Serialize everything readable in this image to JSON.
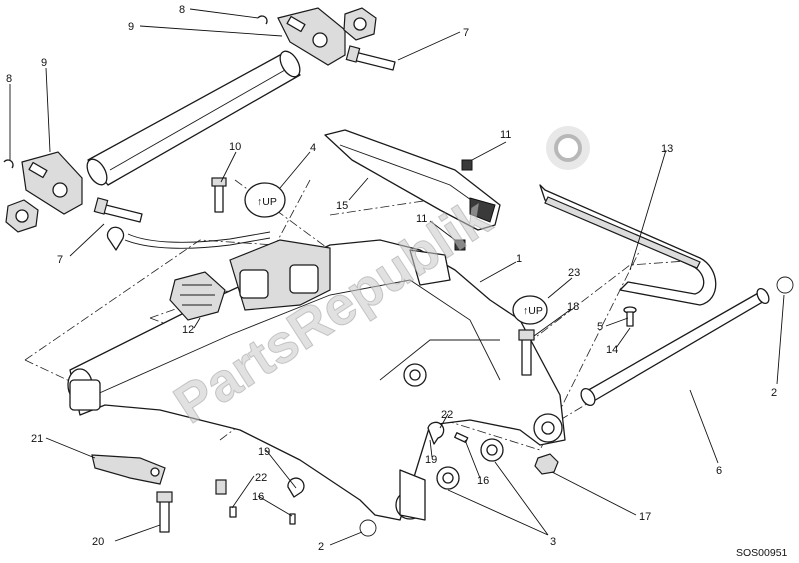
{
  "diagram": {
    "drawing_code": "SOS00951",
    "watermark": "PartsRepublik",
    "callouts": [
      {
        "id": "c8a",
        "text": "8"
      },
      {
        "id": "c9a",
        "text": "9"
      },
      {
        "id": "c7a",
        "text": "7"
      },
      {
        "id": "c8b",
        "text": "8"
      },
      {
        "id": "c9b",
        "text": "9"
      },
      {
        "id": "c7b",
        "text": "7"
      },
      {
        "id": "c10",
        "text": "10"
      },
      {
        "id": "c4",
        "text": "4"
      },
      {
        "id": "c15",
        "text": "15"
      },
      {
        "id": "c11a",
        "text": "11"
      },
      {
        "id": "c11b",
        "text": "11"
      },
      {
        "id": "c13",
        "text": "13"
      },
      {
        "id": "c1",
        "text": "1"
      },
      {
        "id": "c23",
        "text": "23"
      },
      {
        "id": "c18",
        "text": "18"
      },
      {
        "id": "c5",
        "text": "5"
      },
      {
        "id": "c14",
        "text": "14"
      },
      {
        "id": "c2a",
        "text": "2"
      },
      {
        "id": "c12",
        "text": "12"
      },
      {
        "id": "c6",
        "text": "6"
      },
      {
        "id": "c21",
        "text": "21"
      },
      {
        "id": "c22a",
        "text": "22"
      },
      {
        "id": "c19a",
        "text": "19"
      },
      {
        "id": "c16a",
        "text": "16"
      },
      {
        "id": "c19b",
        "text": "19"
      },
      {
        "id": "c22b",
        "text": "22"
      },
      {
        "id": "c16b",
        "text": "16"
      },
      {
        "id": "c17",
        "text": "17"
      },
      {
        "id": "c20",
        "text": "20"
      },
      {
        "id": "c2b",
        "text": "2"
      },
      {
        "id": "c3",
        "text": "3"
      }
    ]
  }
}
